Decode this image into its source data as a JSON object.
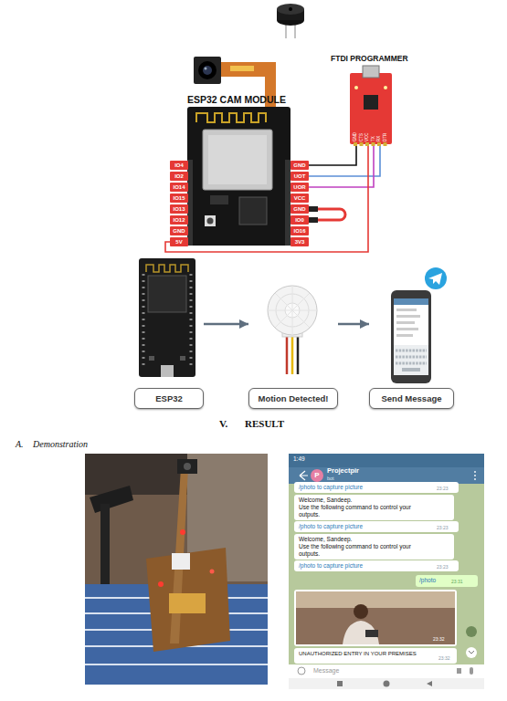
{
  "diagram": {
    "nodes": [
      {
        "text": [
          "ESP32"
        ]
      },
      {
        "text": [
          "Motion Detected!"
        ]
      },
      {
        "text": [
          "Send Message"
        ]
      }
    ],
    "edges": [
      {
        "from": 0,
        "to": 1,
        "arrow": "to"
      },
      {
        "from": 1,
        "to": 2,
        "arrow": "to"
      }
    ],
    "labels": [
      "ESP32 CAM MODULE",
      "FTDI PROGRAMMER",
      "IO4",
      "IO2",
      "IO14",
      "IO15",
      "IO13",
      "IO12",
      "GND",
      "5V",
      "GND",
      "UOT",
      "UOR",
      "VCC",
      "GND",
      "IO0",
      "IO16",
      "3V3",
      "GND",
      "CTS",
      "VCC",
      "TX",
      "RX",
      "DTR",
      "V.",
      "RESULT",
      "A.",
      "Demonstration",
      "1:49",
      "P",
      "Projectpir",
      "bot",
      "/photo to capture picture",
      "23:23",
      "Welcome, Sandeep.",
      "Use the following command to control your outputs.",
      "/photo to capture picture",
      "23:23",
      "Welcome, Sandeep.",
      "Use the following command to control your outputs.",
      "/photo to capture picture",
      "23:23",
      "/photo",
      "23:31",
      "23:32",
      "UNAUTHORIZED ENTRY IN YOUR PREMISES",
      "23:32",
      "Message"
    ]
  }
}
